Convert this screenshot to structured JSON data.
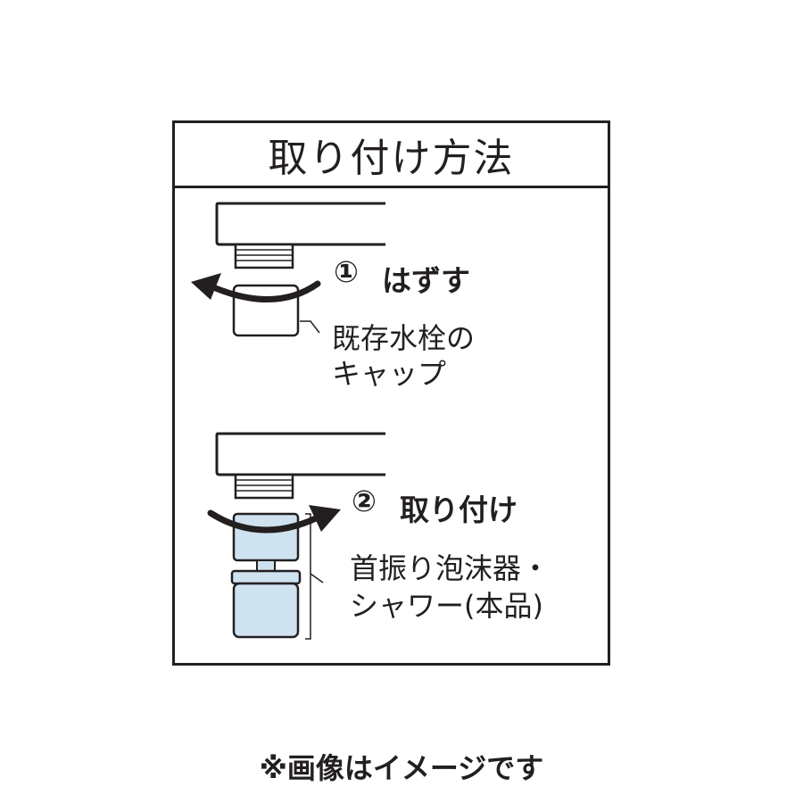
{
  "title": "取り付け方法",
  "step1": {
    "number": "①",
    "action": "はずす",
    "callout_line1": "既存水栓の",
    "callout_line2": "キャップ"
  },
  "step2": {
    "number": "②",
    "action": "取り付け",
    "callout_line1": "首振り泡沫器・",
    "callout_line2": "シャワー(本品)"
  },
  "footnote": "※画像はイメージです",
  "colors": {
    "line": "#231f20",
    "product_fill": "#cfe2f0",
    "background": "#ffffff"
  }
}
